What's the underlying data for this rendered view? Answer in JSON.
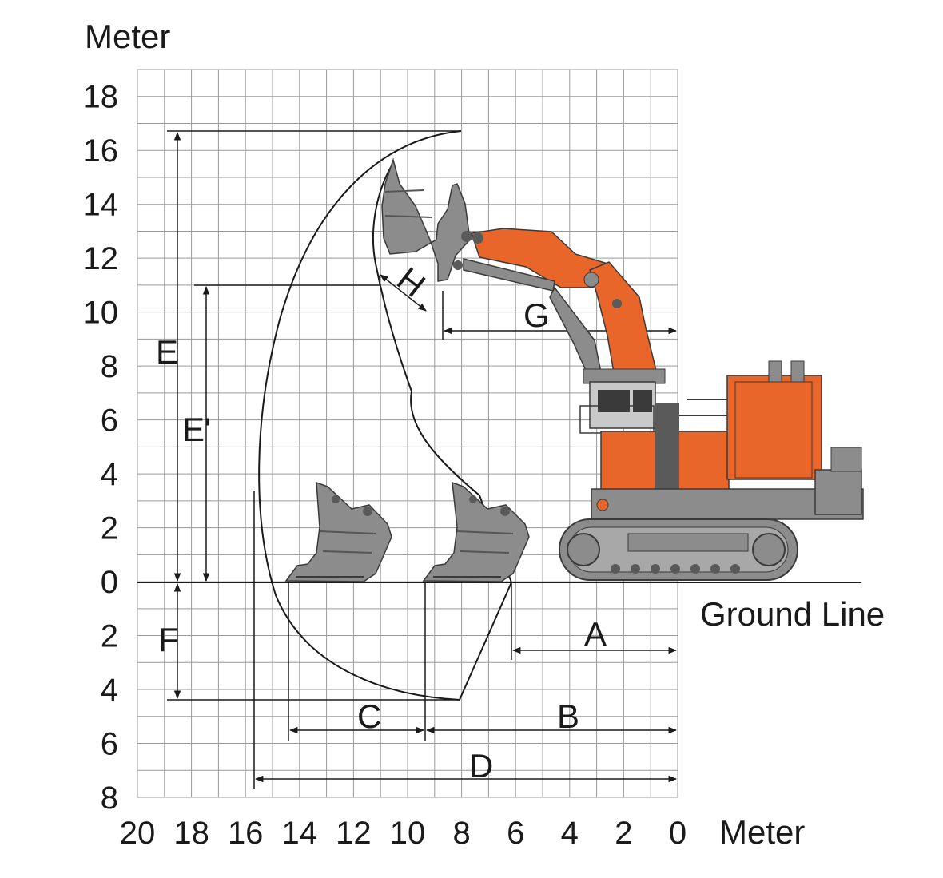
{
  "axes": {
    "y_unit": "Meter",
    "x_unit": "Meter",
    "y_ticks": [
      "18",
      "16",
      "14",
      "12",
      "10",
      "8",
      "6",
      "4",
      "2",
      "0",
      "2",
      "4",
      "6",
      "8"
    ],
    "x_ticks": [
      "20",
      "18",
      "16",
      "14",
      "12",
      "10",
      "8",
      "6",
      "4",
      "2",
      "0"
    ],
    "x_range": [
      20,
      0
    ],
    "y_range": [
      -8,
      19
    ]
  },
  "ground_line_label": "Ground Line",
  "dimensions": {
    "A": "A",
    "B": "B",
    "C": "C",
    "D": "D",
    "E": "E",
    "E_prime": "E'",
    "F": "F",
    "G": "G",
    "H": "H"
  },
  "colors": {
    "machine_orange": "#E8662A",
    "machine_gray": "#8C8C8C",
    "machine_dark": "#3a3a3a",
    "grid": "#9a9a9a",
    "line": "#1a1a1a"
  },
  "grid": true
}
